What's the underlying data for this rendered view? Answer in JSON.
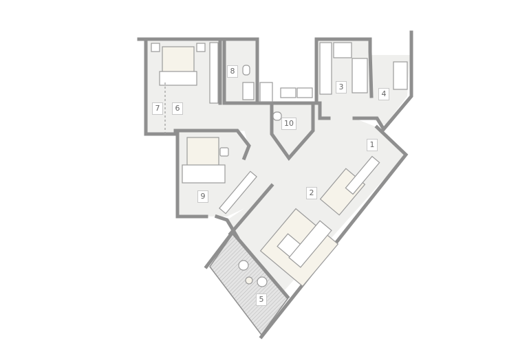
{
  "floor_plan": {
    "rooms": [
      {
        "id": "1",
        "label": "1"
      },
      {
        "id": "2",
        "label": "2"
      },
      {
        "id": "3",
        "label": "3"
      },
      {
        "id": "4",
        "label": "4"
      },
      {
        "id": "5",
        "label": "5"
      },
      {
        "id": "6",
        "label": "6"
      },
      {
        "id": "7",
        "label": "7"
      },
      {
        "id": "8",
        "label": "8"
      },
      {
        "id": "9",
        "label": "9"
      },
      {
        "id": "10",
        "label": "10"
      }
    ],
    "colors": {
      "wall": "#8f8f8f",
      "floor": "#efefed",
      "furniture_accent": "#f6f3ea"
    }
  }
}
